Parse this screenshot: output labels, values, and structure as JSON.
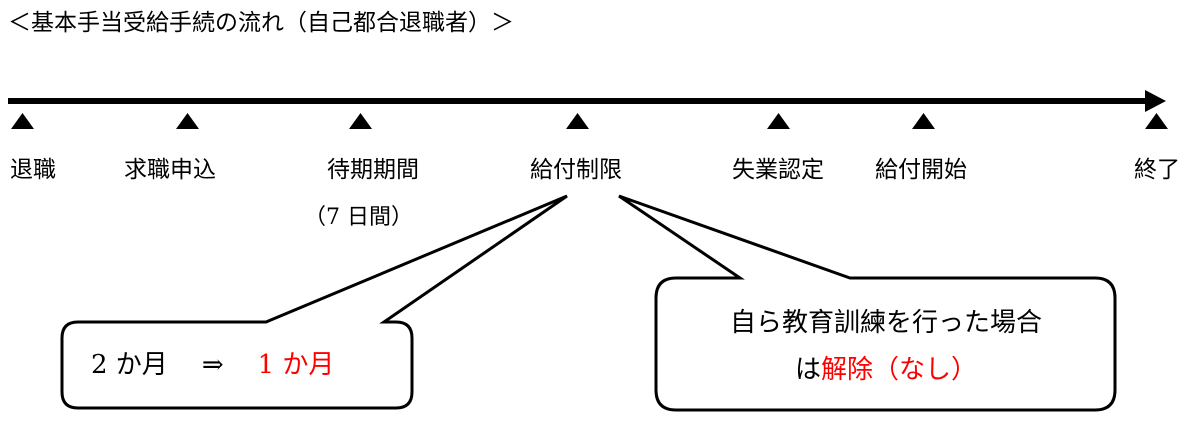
{
  "title": "＜基本手当受給手続の流れ（自己都合退職者）＞",
  "milestones": [
    {
      "label": "退職"
    },
    {
      "label": "求職申込"
    },
    {
      "label": "待期期間",
      "sub": "（7 日間）"
    },
    {
      "label": "給付制限"
    },
    {
      "label": "失業認定"
    },
    {
      "label": "給付開始"
    },
    {
      "label": "終了"
    }
  ],
  "callout_left": {
    "before": "2 か月",
    "arrow": "⇒",
    "after": "1 か月"
  },
  "callout_right": {
    "line1": "自ら教育訓練を行った場合",
    "line2_prefix": "は",
    "line2_highlight": "解除（なし）"
  },
  "colors": {
    "text": "#000000",
    "highlight": "#ff0000",
    "background": "#ffffff"
  }
}
